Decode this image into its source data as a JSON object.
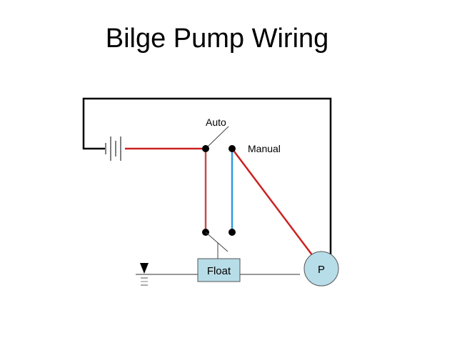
{
  "diagram": {
    "title": "Bilge Pump Wiring",
    "labels": {
      "auto": "Auto",
      "manual": "Manual",
      "float": "Float",
      "pump": "P"
    },
    "components": [
      {
        "id": "battery",
        "type": "battery"
      },
      {
        "id": "selector-switch",
        "type": "switch",
        "positions": [
          "Auto",
          "Manual"
        ]
      },
      {
        "id": "float-switch",
        "type": "float switch",
        "label": "Float"
      },
      {
        "id": "pump",
        "type": "pump",
        "label": "P"
      },
      {
        "id": "ground",
        "type": "ground/water-level symbol"
      }
    ],
    "wires": [
      {
        "from": "battery",
        "to": "pump",
        "color": "black",
        "route": "top loop"
      },
      {
        "from": "battery",
        "to": "auto-terminal",
        "color": "red"
      },
      {
        "from": "auto-terminal",
        "to": "float-switch",
        "color": "red"
      },
      {
        "from": "manual-terminal",
        "to": "float-switch",
        "color": "blue"
      },
      {
        "from": "manual-terminal",
        "to": "pump",
        "color": "red"
      },
      {
        "from": "ground",
        "to": "float",
        "color": "black"
      },
      {
        "from": "float",
        "to": "pump",
        "color": "black"
      }
    ],
    "colors": {
      "red_wire": "#cc2222",
      "red_wire_vertical": "#c0504d",
      "blue_wire": "#3399dd",
      "black_wire": "#000000",
      "component_fill": "#b7dde8",
      "component_stroke": "#555555"
    }
  }
}
